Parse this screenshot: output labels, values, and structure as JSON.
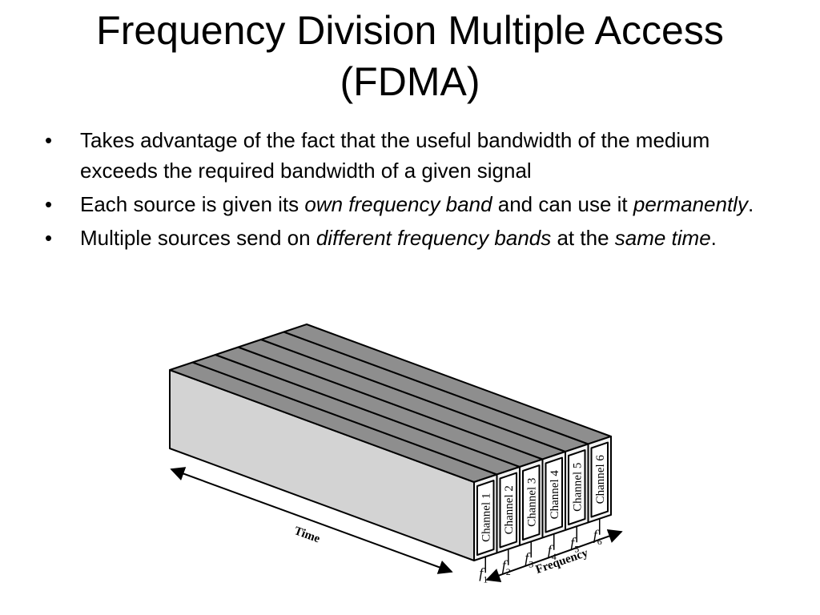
{
  "title": {
    "line1": "Frequency Division Multiple Access",
    "line2": "(FDMA)"
  },
  "bullets": [
    {
      "bullet": "•",
      "parts": [
        {
          "text": "Takes advantage of the fact that the useful bandwidth of the medium exceeds the required bandwidth of a given signal",
          "italic": false
        }
      ]
    },
    {
      "bullet": "•",
      "parts": [
        {
          "text": "Each source is given its ",
          "italic": false
        },
        {
          "text": "own frequency band",
          "italic": true
        },
        {
          "text": " and can use it ",
          "italic": false
        },
        {
          "text": "permanently",
          "italic": true
        },
        {
          "text": ".",
          "italic": false
        }
      ]
    },
    {
      "bullet": "•",
      "parts": [
        {
          "text": "Multiple sources send on ",
          "italic": false
        },
        {
          "text": "different frequency bands",
          "italic": true
        },
        {
          "text": " at the ",
          "italic": false
        },
        {
          "text": "same time",
          "italic": true
        },
        {
          "text": ".",
          "italic": false
        }
      ]
    }
  ],
  "diagram": {
    "channels": [
      "Channel 1",
      "Channel 2",
      "Channel 3",
      "Channel 4",
      "Channel 5",
      "Channel 6"
    ],
    "frequencies": [
      {
        "base": "f",
        "sub": "1"
      },
      {
        "base": "f",
        "sub": "2"
      },
      {
        "base": "f",
        "sub": "3"
      },
      {
        "base": "f",
        "sub": "4"
      },
      {
        "base": "f",
        "sub": "5"
      },
      {
        "base": "f",
        "sub": "6"
      }
    ],
    "time_label": "Time",
    "frequency_label": "Frequency",
    "colors": {
      "side_face": "#d3d3d3",
      "top_face": "#8e8e8e",
      "front_face": "#f2f2f2",
      "stroke": "#000000"
    }
  }
}
